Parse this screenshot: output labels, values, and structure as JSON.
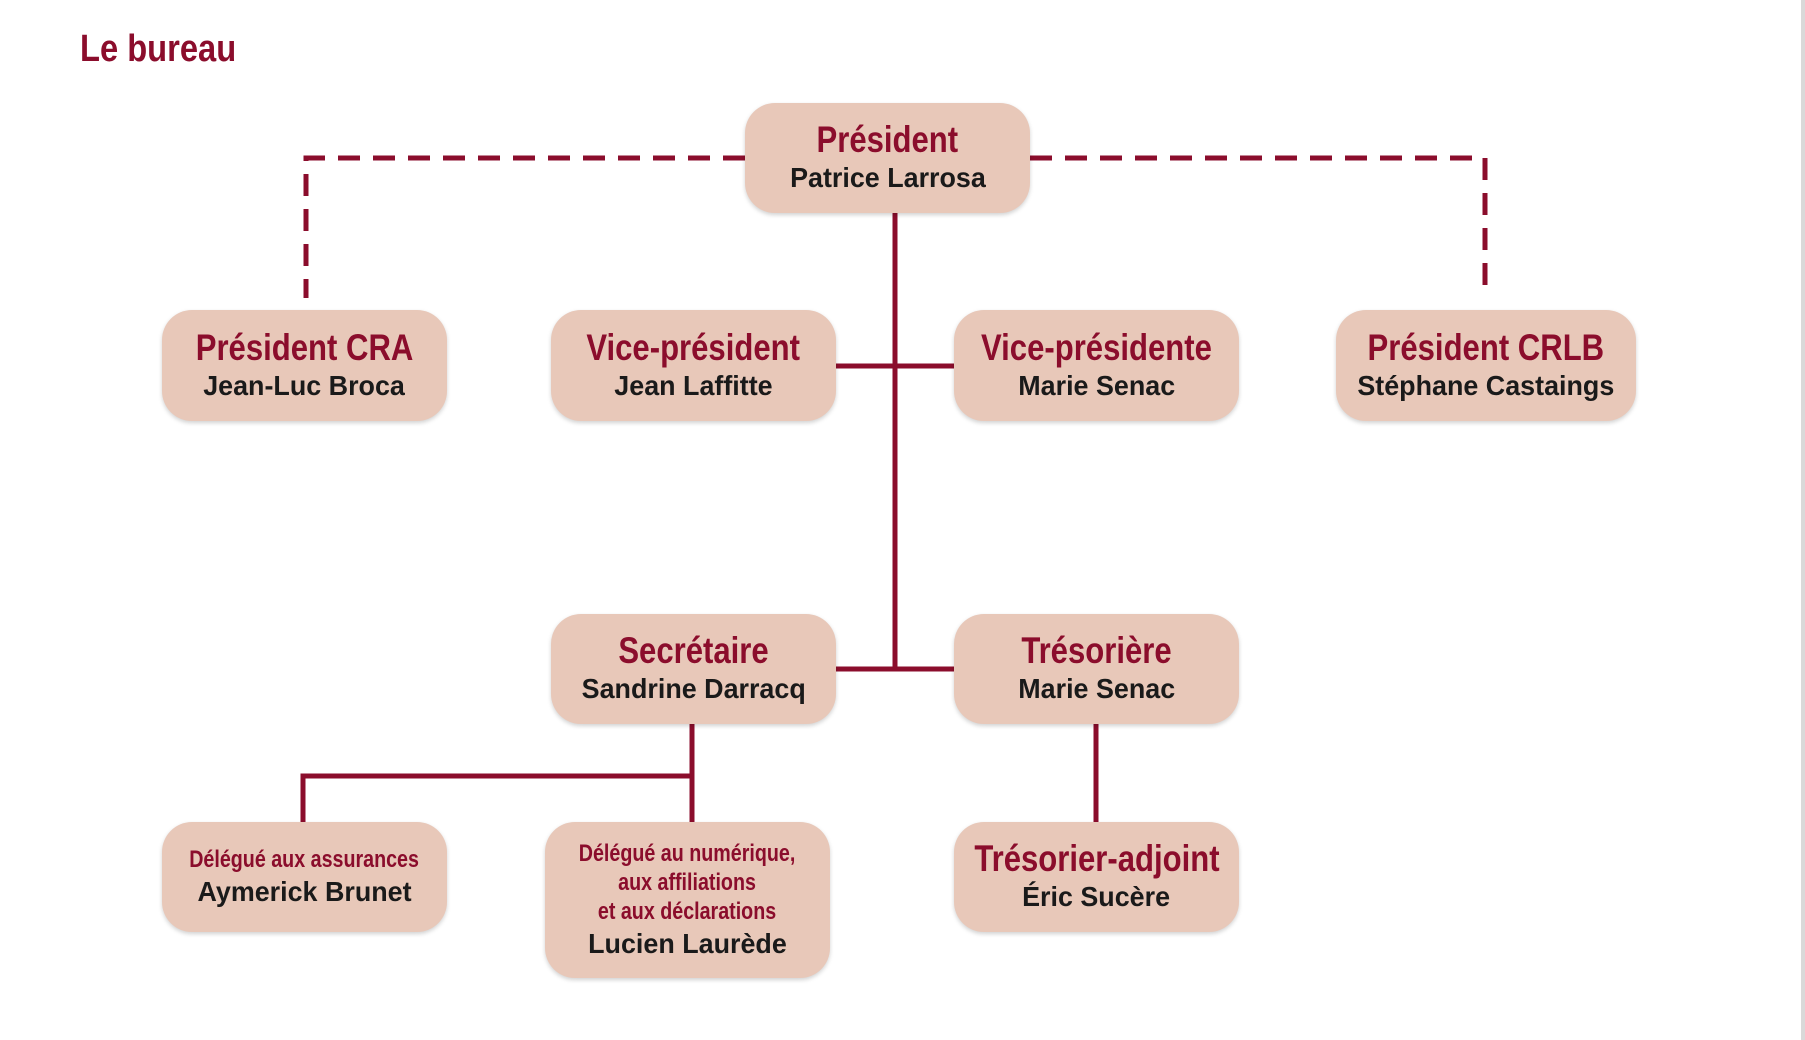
{
  "page": {
    "title": "Le bureau"
  },
  "colors": {
    "accent": "#8b0d2c",
    "box_fill": "#e8c8b9",
    "text": "#1a1a1a"
  },
  "nodes": {
    "president": {
      "role": "Président",
      "name": "Patrice Larrosa"
    },
    "president_cra": {
      "role": "Président CRA",
      "name": "Jean-Luc Broca"
    },
    "vice_president": {
      "role": "Vice-président",
      "name": "Jean Laffitte"
    },
    "vice_presidente": {
      "role": "Vice-présidente",
      "name": "Marie Senac"
    },
    "president_crlb": {
      "role": "Président CRLB",
      "name": "Stéphane Castaings"
    },
    "secretaire": {
      "role": "Secrétaire",
      "name": "Sandrine Darracq"
    },
    "tresoriere": {
      "role": "Trésorière",
      "name": "Marie Senac"
    },
    "delegue_assurances": {
      "role": "Délégué aux assurances",
      "name": "Aymerick Brunet"
    },
    "delegue_numerique": {
      "role": "Délégué au numérique,\naux affiliations\net aux déclarations",
      "name": "Lucien Laurède"
    },
    "tresorier_adjoint": {
      "role": "Trésorier-adjoint",
      "name": "Éric Sucère"
    }
  }
}
